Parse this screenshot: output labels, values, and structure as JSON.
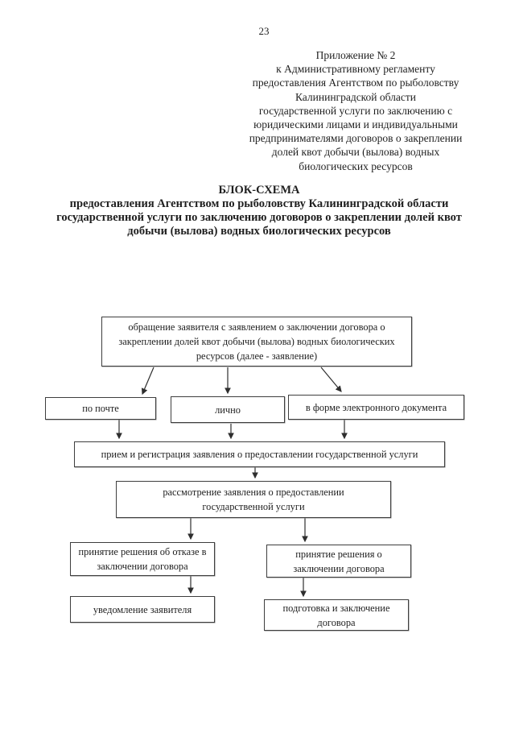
{
  "page": {
    "number": "23",
    "background_color": "#ffffff",
    "ink_color": "#1f1f1f",
    "box_border_color": "#3e3e3e",
    "appendix_header": "Приложение № 2\nк Административному регламенту\nпредоставления Агентством по рыболовству\nКалининградской области\nгосударственной услуги по заключению с\nюридическими лицами и индивидуальными\nпредпринимателями договоров о закреплении\nдолей квот добычи (вылова) водных\nбиологических ресурсов",
    "title": "БЛОК-СХЕМА\nпредоставления Агентством по рыболовству Калининградской области\nгосударственной услуги по заключению договоров о закреплении долей квот\nдобычи (вылова) водных биологических ресурсов"
  },
  "flowchart": {
    "nodes": [
      {
        "id": "application",
        "label": "обращение заявителя с заявлением о заключении договора о\nзакреплении долей квот добычи (вылова) водных биологических\nресурсов (далее - заявление)"
      },
      {
        "id": "by-mail",
        "label": "по почте"
      },
      {
        "id": "in-person",
        "label": "лично"
      },
      {
        "id": "electronic-document",
        "label": "в форме электронного документа"
      },
      {
        "id": "reception-registration",
        "label": "прием и регистрация заявления о предоставлении государственной услуги"
      },
      {
        "id": "review",
        "label": "рассмотрение заявления о предоставлении\nгосударственной услуги"
      },
      {
        "id": "refusal-decision",
        "label": "принятие решения об отказе в\nзаключении договора"
      },
      {
        "id": "conclusion-decision",
        "label": "принятие решения о\nзаключении договора"
      },
      {
        "id": "notification",
        "label": "уведомление заявителя"
      },
      {
        "id": "contract-preparation",
        "label": "подготовка и заключение\nдоговора"
      }
    ],
    "edges": [
      {
        "from": "application",
        "to": "by-mail"
      },
      {
        "from": "application",
        "to": "in-person"
      },
      {
        "from": "application",
        "to": "electronic-document"
      },
      {
        "from": "by-mail",
        "to": "reception-registration"
      },
      {
        "from": "in-person",
        "to": "reception-registration"
      },
      {
        "from": "electronic-document",
        "to": "reception-registration"
      },
      {
        "from": "reception-registration",
        "to": "review"
      },
      {
        "from": "review",
        "to": "refusal-decision"
      },
      {
        "from": "review",
        "to": "conclusion-decision"
      },
      {
        "from": "refusal-decision",
        "to": "notification"
      },
      {
        "from": "conclusion-decision",
        "to": "contract-preparation"
      }
    ]
  }
}
